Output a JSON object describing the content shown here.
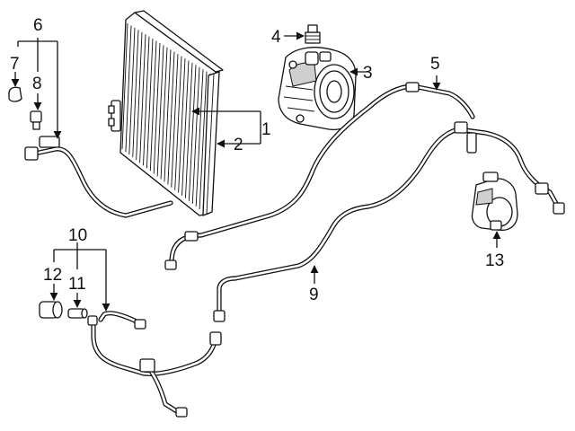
{
  "callouts": [
    {
      "id": "c1",
      "label": "1"
    },
    {
      "id": "c2",
      "label": "2"
    },
    {
      "id": "c3",
      "label": "3"
    },
    {
      "id": "c4",
      "label": "4"
    },
    {
      "id": "c5",
      "label": "5"
    },
    {
      "id": "c6",
      "label": "6"
    },
    {
      "id": "c7",
      "label": "7"
    },
    {
      "id": "c8",
      "label": "8"
    },
    {
      "id": "c9",
      "label": "9"
    },
    {
      "id": "c10",
      "label": "10"
    },
    {
      "id": "c11",
      "label": "11"
    },
    {
      "id": "c12",
      "label": "12"
    },
    {
      "id": "c13",
      "label": "13"
    }
  ],
  "colors": {
    "ink": "#111111",
    "background": "#ffffff",
    "shade": "#cfcfcf"
  }
}
